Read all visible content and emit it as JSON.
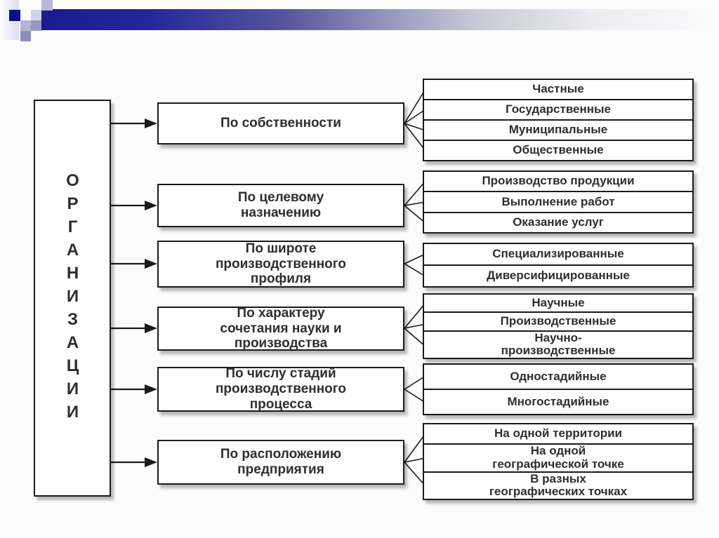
{
  "theme": {
    "accent_navy": "#1b1b8e",
    "line_color": "#1a1a1a",
    "text_color": "#2e2e2e",
    "box_background": "#ffffff",
    "page_background": "#fcfcfc"
  },
  "decor_colors": [
    "#0d0d8d",
    "#b7b7da",
    "#d2d2ea",
    "#b4b4d8",
    "#9797c3",
    "#8e8ebc"
  ],
  "diagram": {
    "root_label": "ОРГАНИЗАЦИИ",
    "categories": [
      {
        "label": "По собственности",
        "children": [
          "Частные",
          "Государственные",
          "Муниципальные",
          "Общественные"
        ]
      },
      {
        "label": "По целевому назначению",
        "children": [
          "Производство продукции",
          "Выполнение работ",
          "Оказание услуг"
        ]
      },
      {
        "label": "По широте производственного профиля",
        "children": [
          "Специализированные",
          "Диверсифицированные"
        ]
      },
      {
        "label": "По характеру сочетания науки и производства",
        "children": [
          "Научные",
          "Производственные",
          "Научно-производственные"
        ]
      },
      {
        "label": "По числу стадий производственного процесса",
        "children": [
          "Одностадийные",
          "Многостадийные"
        ]
      },
      {
        "label": "По расположению предприятия",
        "children": [
          "На одной территории",
          "На одной географической точке",
          "В разных географических точках"
        ]
      }
    ]
  }
}
